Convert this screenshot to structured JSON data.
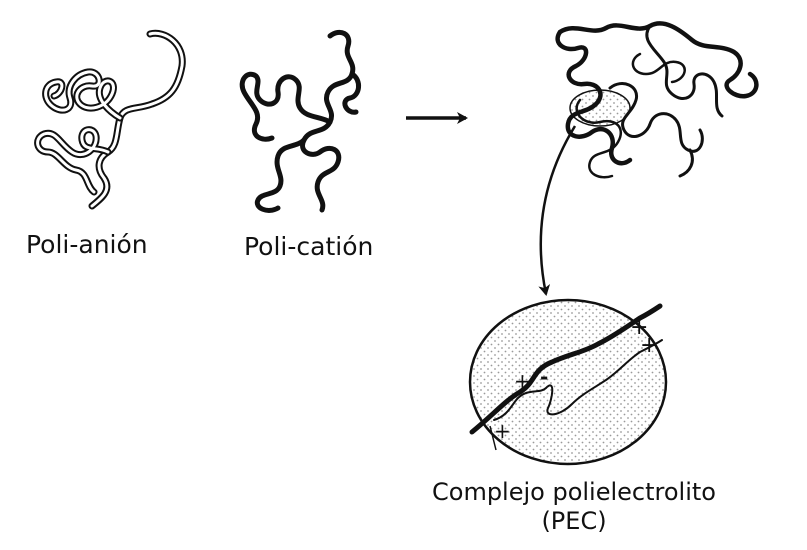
{
  "labels": {
    "polyanion": "Poli-anión",
    "polycation": "Poli-catión",
    "complex_name": "Complejo polielectrolito",
    "complex_abbr": "(PEC)"
  },
  "charge_signs": {
    "negative": "-",
    "positive": "+"
  },
  "colors": {
    "ink": "#111111",
    "background": "#ffffff",
    "stipple": "#9a9a9a"
  },
  "icons": {
    "reaction_arrow": "right-arrow-icon",
    "zoom_arrow": "curved-down-arrow-icon"
  }
}
